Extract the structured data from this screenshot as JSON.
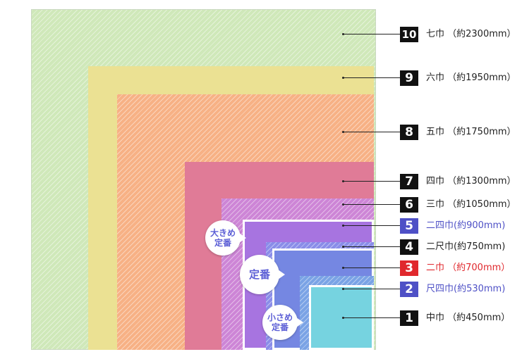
{
  "colors": {
    "size10": "#cfe8b9",
    "size9": "#ebe193",
    "size8": "#f7b185",
    "size7": "#e07b97",
    "size6": "#cd85d6",
    "size5": "#a774e0",
    "size4": "#8a8de9",
    "size3": "#7587e2",
    "size2": "#7aa3e5",
    "size1": "#76d3e0",
    "badge_dark": "#111111",
    "badge_blue": "#4e50c6",
    "badge_red": "#e0282d",
    "text_blue": "#4e50c6",
    "text_red": "#e0282d"
  },
  "callouts": {
    "large_standard": "大きめ\n定番",
    "standard": "定番",
    "small_standard": "小さめ\n定番"
  },
  "sizes": [
    {
      "number": "10",
      "label": "七巾 （約2300mm）",
      "style": "dark"
    },
    {
      "number": "9",
      "label": "六巾 （約1950mm）",
      "style": "dark"
    },
    {
      "number": "8",
      "label": "五巾 （約1750mm）",
      "style": "dark"
    },
    {
      "number": "7",
      "label": "四巾 （約1300mm）",
      "style": "dark"
    },
    {
      "number": "6",
      "label": "三巾 （約1050mm）",
      "style": "dark"
    },
    {
      "number": "5",
      "label": "二四巾(約900mm)",
      "style": "blue"
    },
    {
      "number": "4",
      "label": "二尺巾(約750mm)",
      "style": "dark"
    },
    {
      "number": "3",
      "label": "二巾 （約700mm）",
      "style": "red"
    },
    {
      "number": "2",
      "label": "尺四巾(約530mm)",
      "style": "blue"
    },
    {
      "number": "1",
      "label": "中巾 （約450mm）",
      "style": "dark"
    }
  ]
}
